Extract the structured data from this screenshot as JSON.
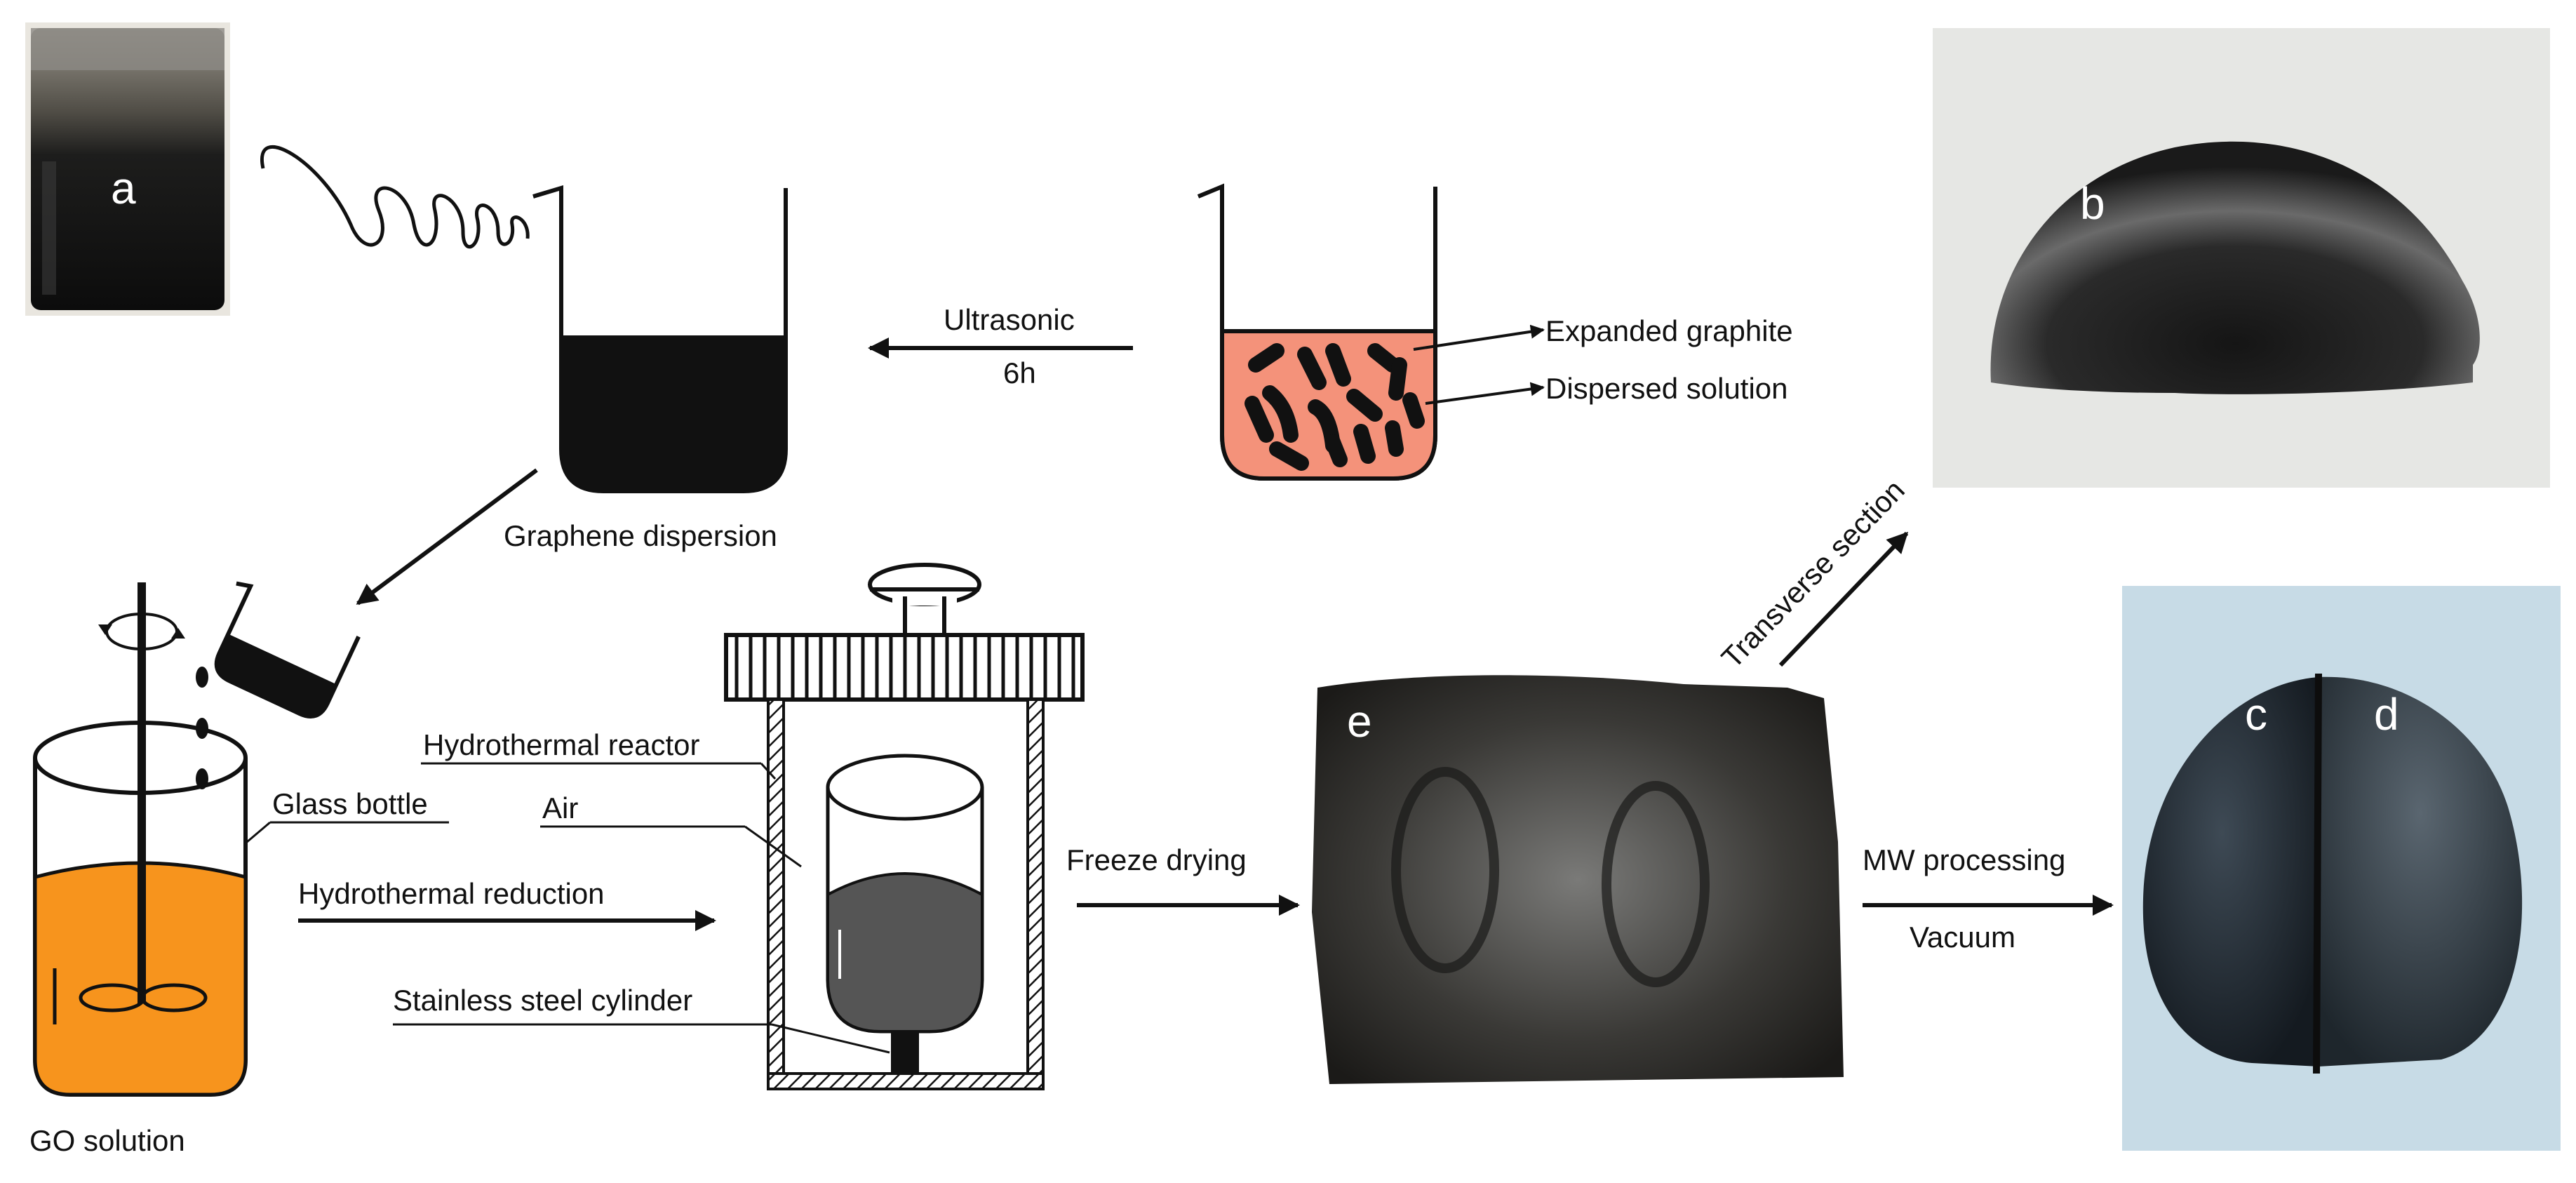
{
  "labels": {
    "ultrasonic": "Ultrasonic",
    "ultrasonic_time": "6h",
    "expanded_graphite": "Expanded graphite",
    "dispersed_solution": "Dispersed solution",
    "graphene_dispersion": "Graphene dispersion",
    "glass_bottle": "Glass bottle",
    "hydrothermal_reduction": "Hydrothermal reduction",
    "go_solution": "GO solution",
    "hydrothermal_reactor": "Hydrothermal reactor",
    "air": "Air",
    "stainless_steel_cylinder": "Stainless steel cylinder",
    "freeze_drying": "Freeze drying",
    "transverse_section": "Transverse section",
    "mw_processing": "MW processing",
    "vacuum": "Vacuum"
  },
  "photo_labels": {
    "a": "a",
    "b": "b",
    "c": "c",
    "d": "d",
    "e": "e"
  },
  "colors": {
    "dispersed_solution": "#F4927A",
    "go_solution": "#F7941D",
    "reactor_liquid": "#555555",
    "ink": "#111111"
  }
}
